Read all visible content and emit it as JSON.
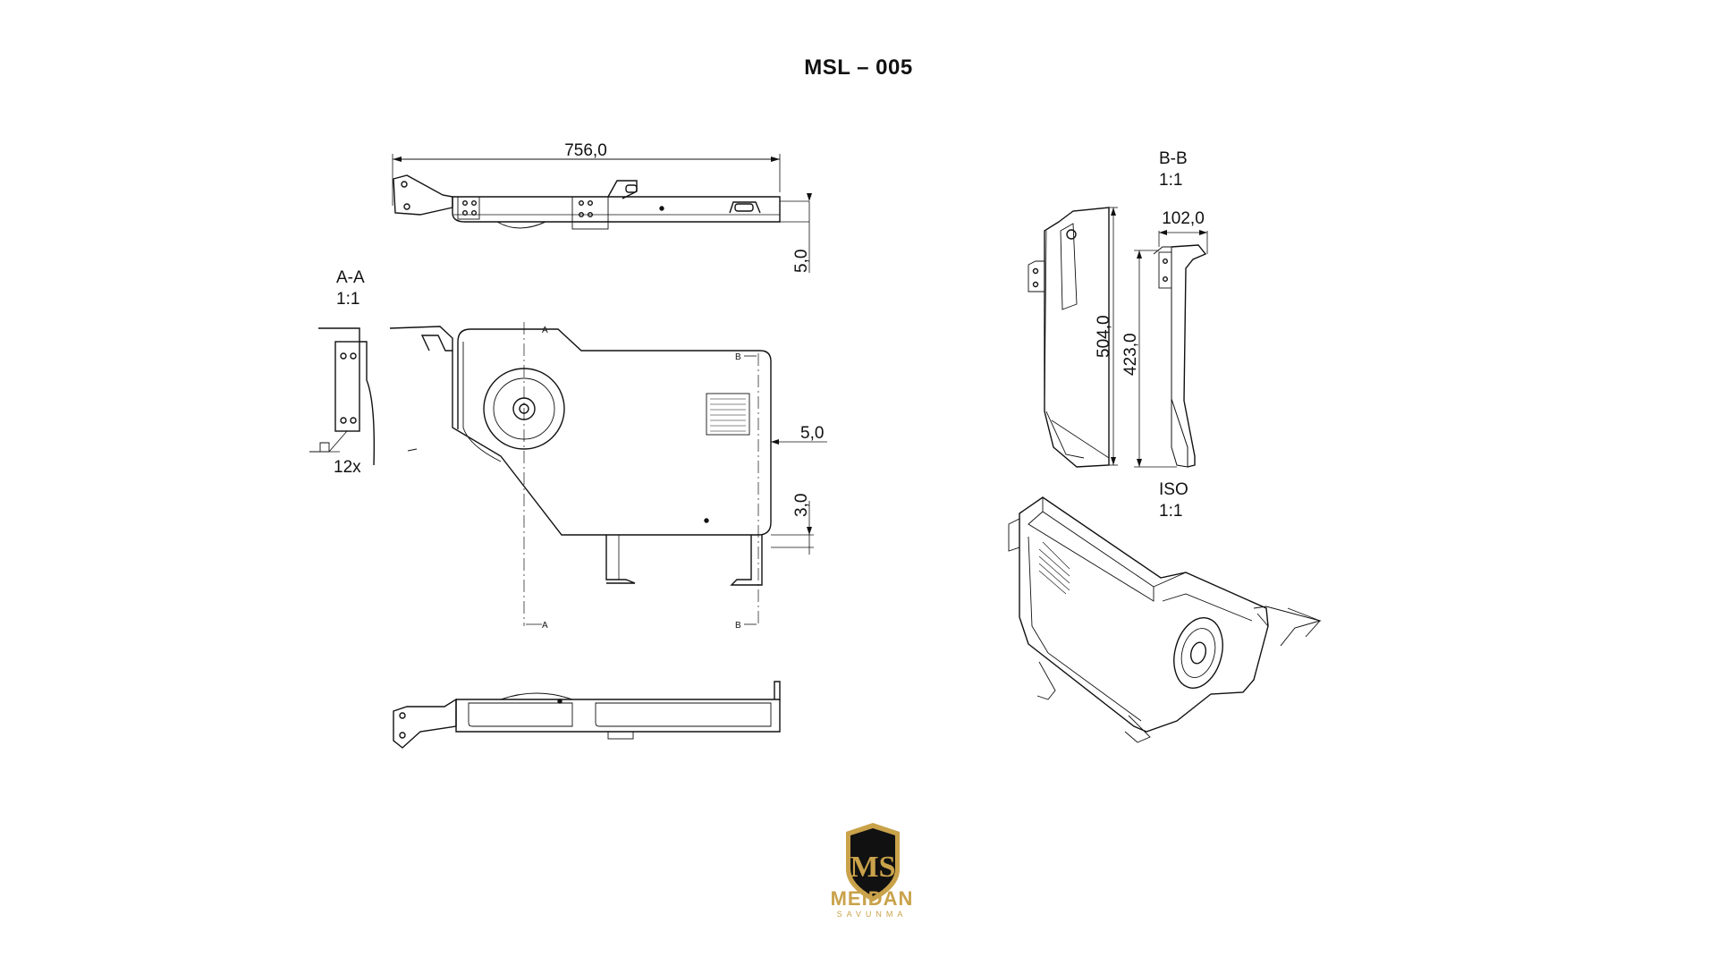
{
  "title": "MSL – 005",
  "dimensions": {
    "top_width": "756,0",
    "top_offset": "5,0",
    "side_offset": "5,0",
    "side_gap": "3,0",
    "section_height": "504,0",
    "section_depth": "102,0",
    "section_inner_height": "423,0"
  },
  "views": {
    "section_a": {
      "name": "A-A",
      "scale": "1:1"
    },
    "section_b": {
      "name": "B-B",
      "scale": "1:1"
    },
    "iso": {
      "name": "ISO",
      "scale": "1:1"
    }
  },
  "callouts": {
    "count": "12x",
    "cut_a": "A",
    "cut_b": "B"
  },
  "brand": {
    "name": "MEIDAN",
    "tagline": "SAVUNMA",
    "monogram": "MS"
  },
  "colors": {
    "line": "#111111",
    "brand_gold": "#c9a24a",
    "brand_black": "#111111"
  }
}
